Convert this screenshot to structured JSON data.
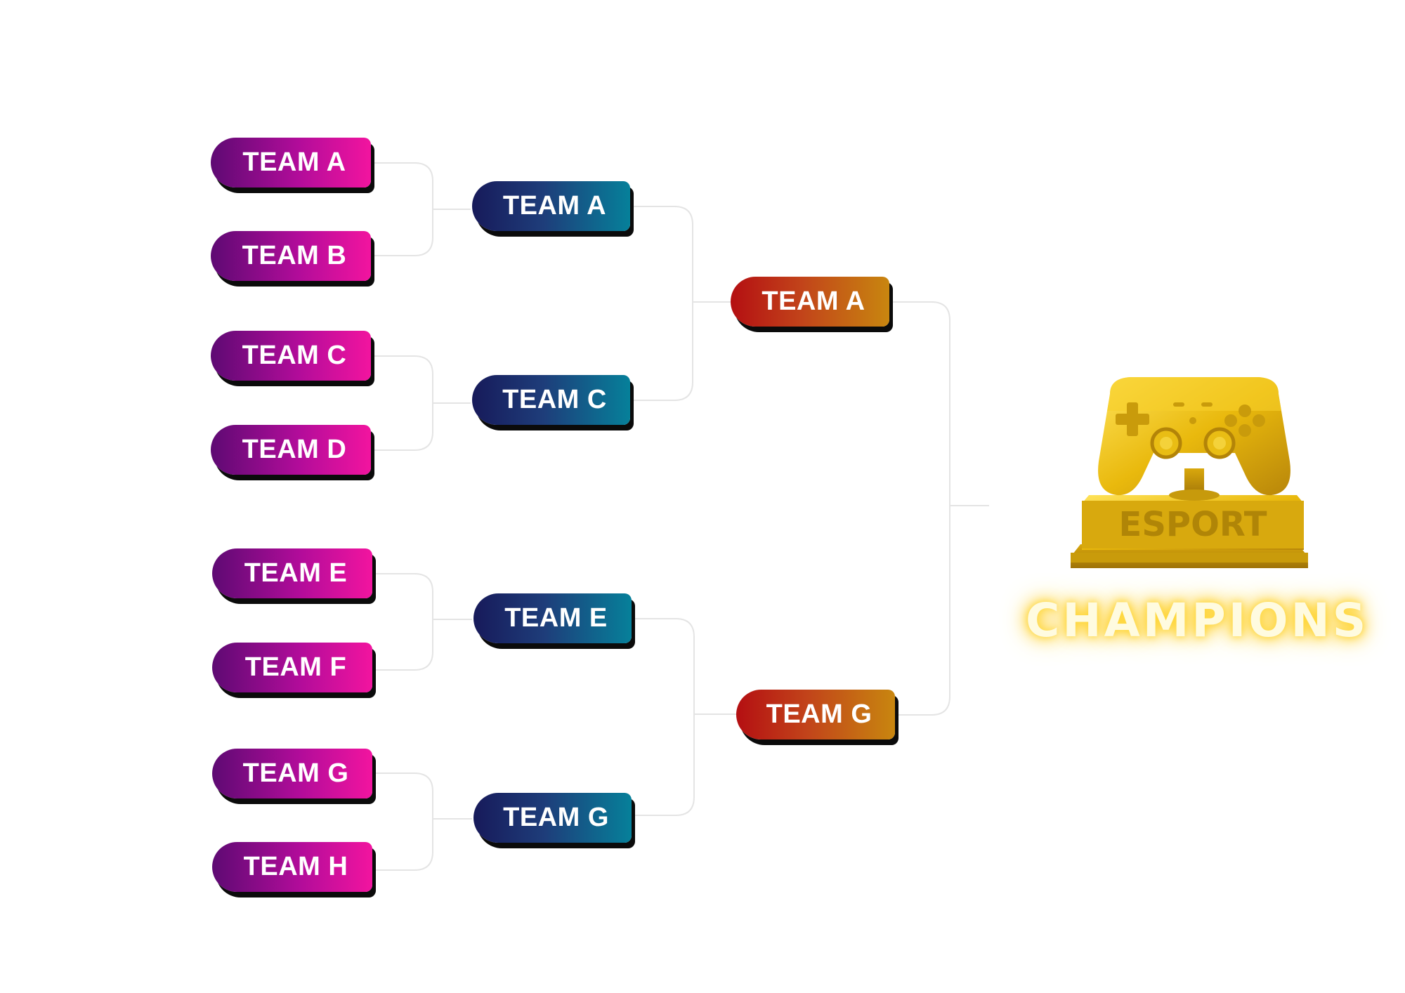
{
  "bracket": {
    "round1": [
      "TEAM A",
      "TEAM B",
      "TEAM C",
      "TEAM D",
      "TEAM E",
      "TEAM F",
      "TEAM G",
      "TEAM H"
    ],
    "round2": [
      "TEAM A",
      "TEAM C",
      "TEAM E",
      "TEAM G"
    ],
    "round3": [
      "TEAM A",
      "TEAM G"
    ]
  },
  "trophy": {
    "engraving": "ESPORT",
    "icon": "gamepad-trophy-icon"
  },
  "champions_label": "CHAMPIONS",
  "colors": {
    "round1_gradient": [
      "#5e0a73",
      "#f2149f"
    ],
    "round2_gradient": [
      "#171a5a",
      "#06809a"
    ],
    "round3_gradient": [
      "#b40f12",
      "#c8860f"
    ],
    "connector": "#e6e6e6",
    "trophy_gold": "#e0b210",
    "glow": "#ffd83a"
  }
}
